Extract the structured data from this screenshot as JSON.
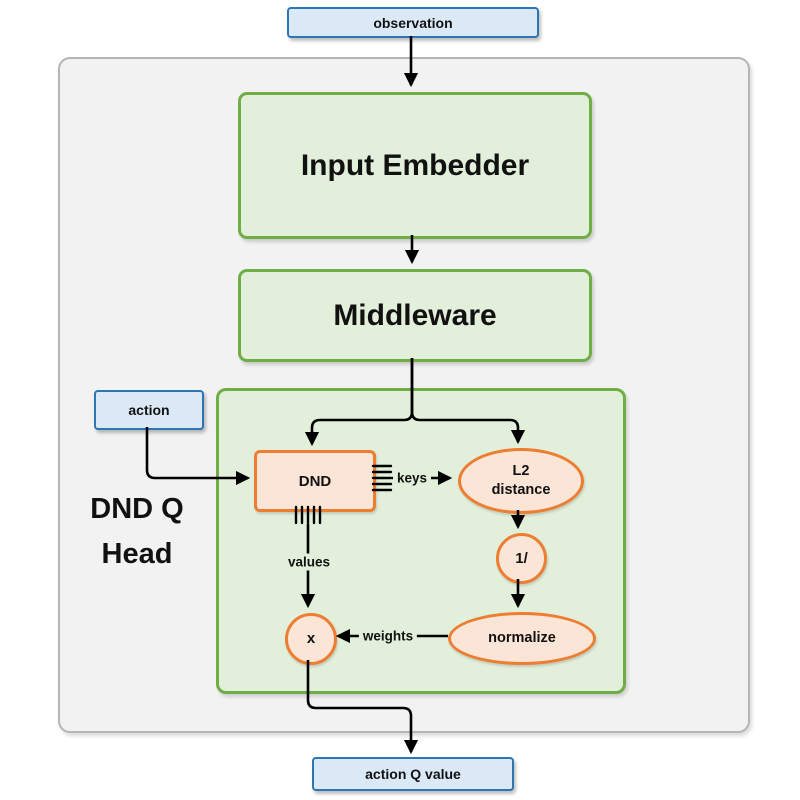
{
  "colors": {
    "blue_fill": "#dbe9f7",
    "blue_border": "#2e75b6",
    "green_fill": "#e2efda",
    "green_border": "#70ad47",
    "orange_fill": "#fbe5d6",
    "orange_border": "#ed7d31",
    "gray_fill": "#f2f2f2",
    "gray_border": "#b5b5b5",
    "arrow": "#000000"
  },
  "nodes": {
    "observation": "observation",
    "input_embedder": "Input Embedder",
    "middleware": "Middleware",
    "action": "action",
    "head_title_line1": "DND Q",
    "head_title_line2": "Head",
    "dnd": "DND",
    "l2_line1": "L2",
    "l2_line2": "distance",
    "reciprocal": "1/",
    "normalize": "normalize",
    "multiply": "x",
    "action_q_value": "action Q value"
  },
  "edge_labels": {
    "keys": "keys",
    "values": "values",
    "weights": "weights"
  }
}
